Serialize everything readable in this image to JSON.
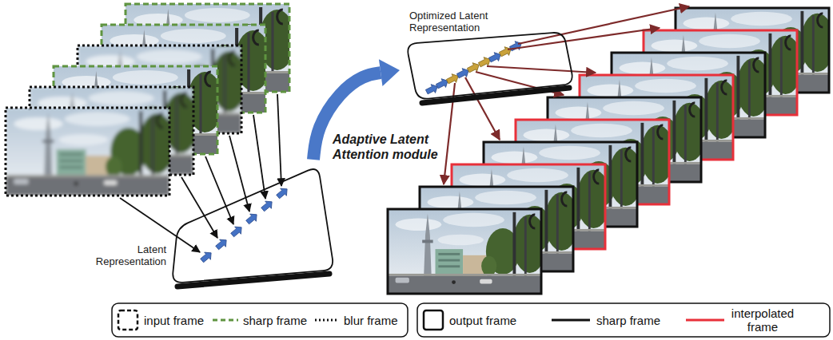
{
  "diagram": {
    "nodes": [
      {
        "text": [
          "Latent Representation"
        ]
      },
      {
        "text": [
          "Optimized Latent Representation"
        ]
      }
    ],
    "edges": [
      {
        "from": 0,
        "to": 1,
        "arrow": "to",
        "label": "Adaptive Latent Attention module"
      }
    ],
    "legend": [
      {
        "text": "input frame"
      },
      {
        "text": "sharp frame"
      },
      {
        "text": "blur frame"
      },
      {
        "text": "output frame"
      },
      {
        "text": "sharp frame"
      },
      {
        "text": "interpolated frame"
      }
    ]
  }
}
